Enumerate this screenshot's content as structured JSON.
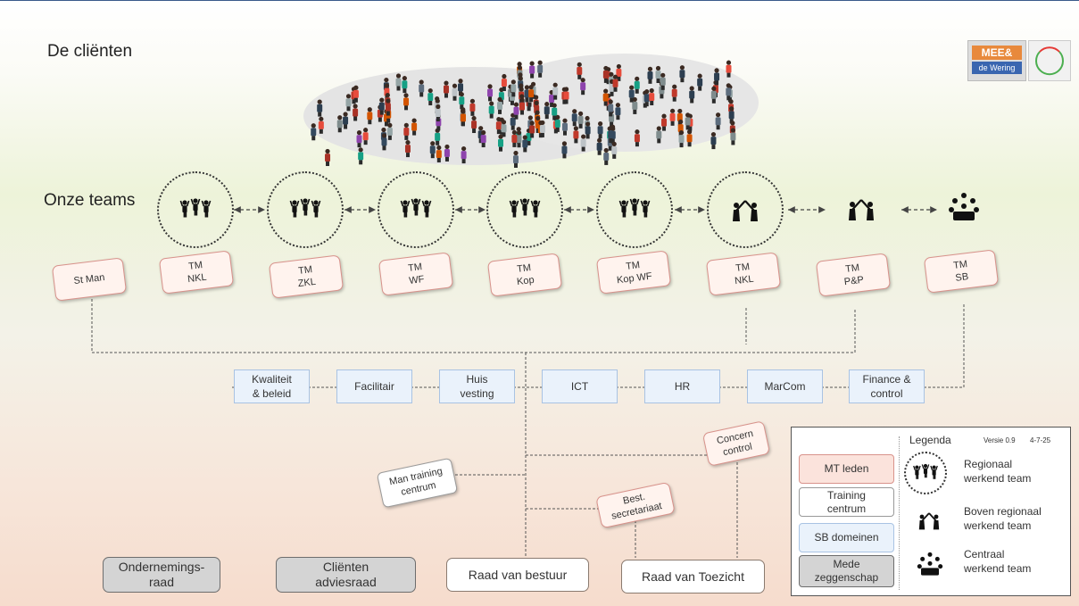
{
  "header": {
    "clients_title": "De cliënten",
    "teams_title": "Onze teams"
  },
  "logo": {
    "line1": "MEE&",
    "line2": "de Wering"
  },
  "teams": [
    {
      "line1": "St Man",
      "line2": ""
    },
    {
      "line1": "TM",
      "line2": "NKL"
    },
    {
      "line1": "TM",
      "line2": "ZKL"
    },
    {
      "line1": "TM",
      "line2": "WF"
    },
    {
      "line1": "TM",
      "line2": "Kop"
    },
    {
      "line1": "TM",
      "line2": "Kop WF"
    },
    {
      "line1": "TM",
      "line2": "NKL"
    },
    {
      "line1": "TM",
      "line2": "P&P"
    },
    {
      "line1": "TM",
      "line2": "SB"
    }
  ],
  "departments": [
    {
      "line1": "Kwaliteit",
      "line2": "& beleid"
    },
    {
      "line1": "Facilitair",
      "line2": ""
    },
    {
      "line1": "Huis",
      "line2": "vesting"
    },
    {
      "line1": "ICT",
      "line2": ""
    },
    {
      "line1": "HR",
      "line2": ""
    },
    {
      "line1": "MarCom",
      "line2": ""
    },
    {
      "line1": "Finance &",
      "line2": "control"
    }
  ],
  "support": {
    "man_training": {
      "line1": "Man training",
      "line2": "centrum"
    },
    "best_secretariaat": {
      "line1": "Best.",
      "line2": "secretariaat"
    },
    "concern_control": {
      "line1": "Concern",
      "line2": "control"
    }
  },
  "bottom": {
    "ondernemingsraad": {
      "line1": "Ondernemings-",
      "line2": "raad"
    },
    "clienten_adviesraad": {
      "line1": "Cliënten",
      "line2": "adviesraad"
    },
    "raad_van_bestuur": "Raad van bestuur",
    "raad_van_toezicht": "Raad van Toezicht"
  },
  "legend": {
    "title": "Legenda",
    "version": "Versie 0.9",
    "date": "4-7-25",
    "mt_leden": "MT leden",
    "training_centrum": {
      "line1": "Training",
      "line2": "centrum"
    },
    "sb_domeinen": "SB domeinen",
    "mede_zeggenschap": {
      "line1": "Mede",
      "line2": "zeggenschap"
    },
    "regionaal": {
      "line1": "Regionaal",
      "line2": "werkend team"
    },
    "boven_regionaal": {
      "line1": "Boven regionaal",
      "line2": "werkend team"
    },
    "centraal": {
      "line1": "Centraal",
      "line2": "werkend team"
    }
  },
  "icons": {
    "regional_team": "group-raised-arms-icon",
    "supra_regional_team": "high-five-icon",
    "central_team": "group-meeting-icon"
  },
  "colors": {
    "mt_card_border": "#d8928b",
    "mt_card_fill": "#fff3ee",
    "dept_fill": "#eaf2fb",
    "dept_border": "#a9c3e3",
    "participation_fill": "#d4d4d4"
  }
}
